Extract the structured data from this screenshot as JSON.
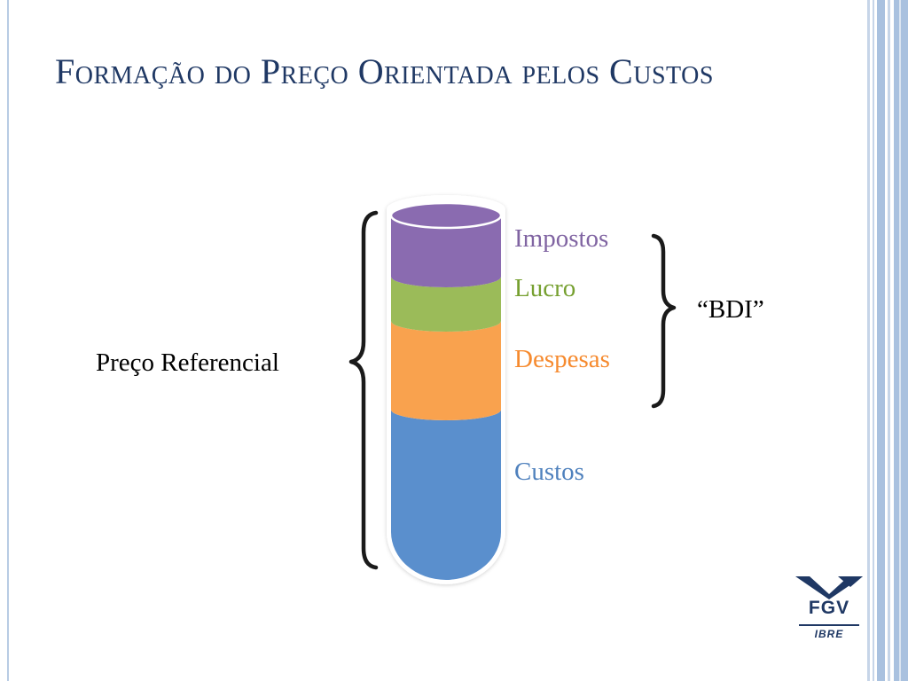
{
  "slide": {
    "title": "Formação do Preço Orientada pelos Custos"
  },
  "diagram": {
    "segments": [
      {
        "label": "Impostos",
        "color": "#8a6bb0",
        "label_color": "#8064a2"
      },
      {
        "label": "Lucro",
        "color": "#9bbb59",
        "label_color": "#76a030"
      },
      {
        "label": "Despesas",
        "color": "#f9a24e",
        "label_color": "#f68a2e"
      },
      {
        "label": "Custos",
        "color": "#5a8fcd",
        "label_color": "#4f81bd"
      }
    ],
    "left_label": "Preço Referencial",
    "right_label": "“BDI”"
  },
  "logo": {
    "name": "FGV",
    "sub": "IBRE",
    "color": "#1f3864"
  }
}
